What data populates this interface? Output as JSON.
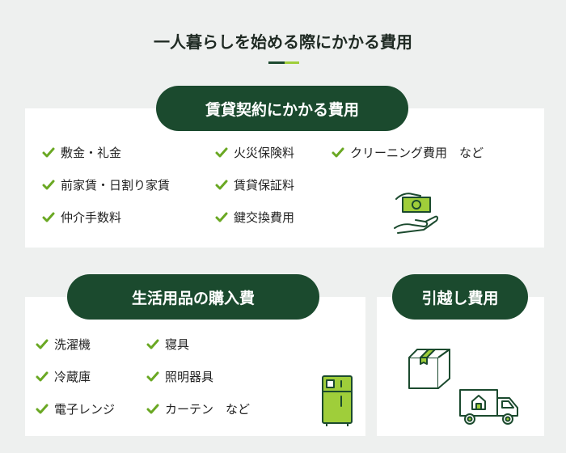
{
  "title": "一人暮らしを始める際にかかる費用",
  "rental": {
    "heading": "賃貸契約にかかる費用",
    "items": [
      "敷金・礼金",
      "火災保険料",
      "クリーニング費用　など",
      "前家賃・日割り家賃",
      "賃貸保証料",
      "仲介手数料",
      "鍵交換費用"
    ],
    "icon": "money-hand-icon"
  },
  "goods": {
    "heading": "生活用品の購入費",
    "items": [
      "洗濯機",
      "寝具",
      "冷蔵庫",
      "照明器具",
      "電子レンジ",
      "カーテン　など"
    ],
    "icon": "refrigerator-icon"
  },
  "moving": {
    "heading": "引越し費用",
    "icons": [
      "cardboard-box-icon",
      "moving-truck-icon"
    ]
  },
  "colors": {
    "dark_green": "#1b4a2e",
    "accent_green": "#9fce3a",
    "check_green": "#6aa823"
  }
}
